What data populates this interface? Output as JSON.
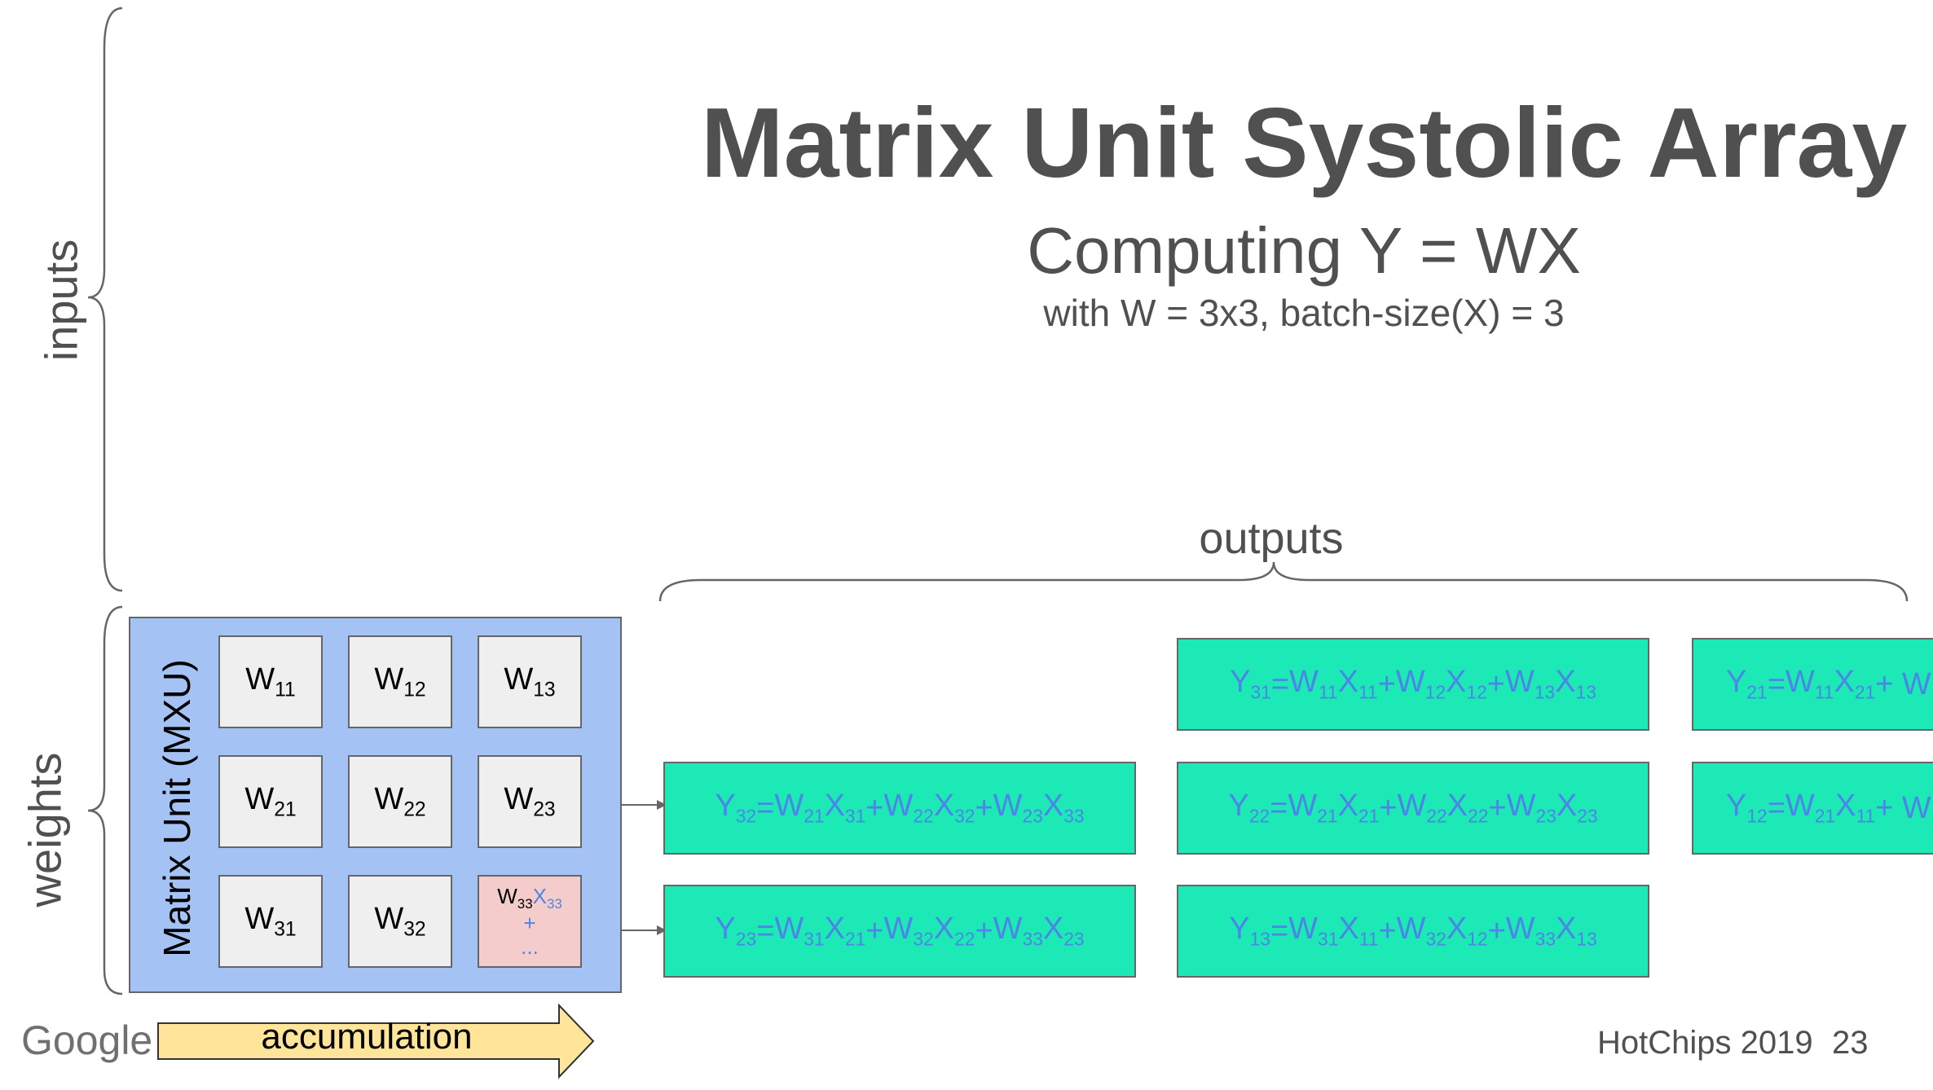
{
  "title": "Matrix Unit Systolic Array",
  "subtitle": "Computing Y = WX",
  "subsubtitle": "with W = 3x3, batch-size(X) = 3",
  "labels": {
    "inputs": "inputs",
    "weights": "weights",
    "outputs": "outputs",
    "mxu": "Matrix Unit (MXU)",
    "accumulation": "accumulation"
  },
  "weights": [
    [
      "11",
      "12",
      "13"
    ],
    [
      "21",
      "22",
      "23"
    ],
    [
      "31",
      "32",
      "33"
    ]
  ],
  "active_cell": {
    "w": "33",
    "x": "33",
    "plus": "+",
    "dots": "..."
  },
  "outputs": [
    {
      "y": "32",
      "terms": [
        [
          "21",
          "31"
        ],
        [
          "22",
          "32"
        ],
        [
          "23",
          "33"
        ]
      ]
    },
    {
      "y": "23",
      "terms": [
        [
          "31",
          "21"
        ],
        [
          "32",
          "22"
        ],
        [
          "33",
          "23"
        ]
      ]
    },
    {
      "y": "31",
      "terms": [
        [
          "11",
          "11"
        ],
        [
          "12",
          "12"
        ],
        [
          "13",
          "13"
        ]
      ]
    },
    {
      "y": "22",
      "terms": [
        [
          "21",
          "21"
        ],
        [
          "22",
          "22"
        ],
        [
          "23",
          "23"
        ]
      ]
    },
    {
      "y": "13",
      "terms": [
        [
          "31",
          "11"
        ],
        [
          "32",
          "12"
        ],
        [
          "33",
          "13"
        ]
      ]
    },
    {
      "y": "21",
      "terms": [
        [
          "11",
          "21"
        ]
      ],
      "partial": true
    },
    {
      "y": "12",
      "terms": [
        [
          "21",
          "11"
        ]
      ],
      "partial": true
    }
  ],
  "footer": {
    "brand": "Google",
    "event": "HotChips 2019",
    "page": "23"
  },
  "colors": {
    "mxu_fill": "#a4c2f4",
    "output_fill": "#1de9b6",
    "active_cell_fill": "#f4cccc",
    "accumulation_arrow": "#ffe599",
    "formula_text": "#4a86e8"
  }
}
